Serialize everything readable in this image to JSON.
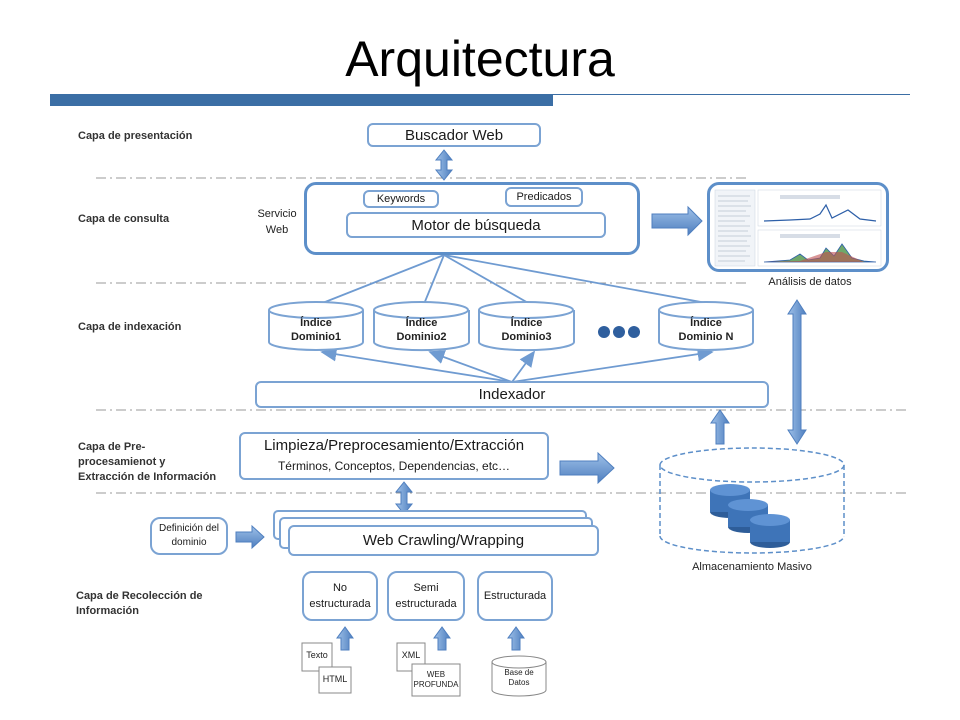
{
  "title": "Arquitectura",
  "layers": {
    "presentacion": "Capa de presentación",
    "consulta": "Capa de consulta",
    "indexacion": "Capa de indexación",
    "pre_line1": "Capa de Pre-",
    "pre_line2": "procesamienot y",
    "pre_line3": "Extracción de Información",
    "recoleccion_line1": "Capa de Recolección de",
    "recoleccion_line2": "Información"
  },
  "nodes": {
    "buscador_web": "Buscador Web",
    "servicio_web_line1": "Servicio",
    "servicio_web_line2": "Web",
    "keywords": "Keywords",
    "predicados": "Predicados",
    "motor": "Motor de búsqueda",
    "analisis": "Análisis de datos",
    "indice1_line1": "Índice",
    "indice1_line2": "Dominio1",
    "indice2_line1": "Índice",
    "indice2_line2": "Dominio2",
    "indice3_line1": "Índice",
    "indice3_line2": "Dominio3",
    "indiceN_line1": "Índice",
    "indiceN_line2": "Dominio N",
    "indexador": "Indexador",
    "limpieza_line1": "Limpieza/Preprocesamiento/Extracción",
    "limpieza_line2": "Términos, Conceptos, Dependencias, etc…",
    "web_crawling": "Web Crawling/Wrapping",
    "definicion_line1": "Definición del",
    "definicion_line2": "dominio",
    "almacenamiento": "Almacenamiento Masivo",
    "no_estructurada_line1": "No",
    "no_estructurada_line2": "estructurada",
    "semi_line1": "Semi",
    "semi_line2": "estructurada",
    "estructurada": "Estructurada",
    "texto": "Texto",
    "html": "HTML",
    "xml": "XML",
    "web_profunda_line1": "WEB",
    "web_profunda_line2": "PROFUNDA",
    "base_datos_line1": "Base de",
    "base_datos_line2": "Datos"
  },
  "colors": {
    "accent": "#3b6ea5",
    "box_border": "#7ba3d3",
    "arrow_fill": "#6f9bd1",
    "cylinder_fill": "#3e74b8"
  }
}
